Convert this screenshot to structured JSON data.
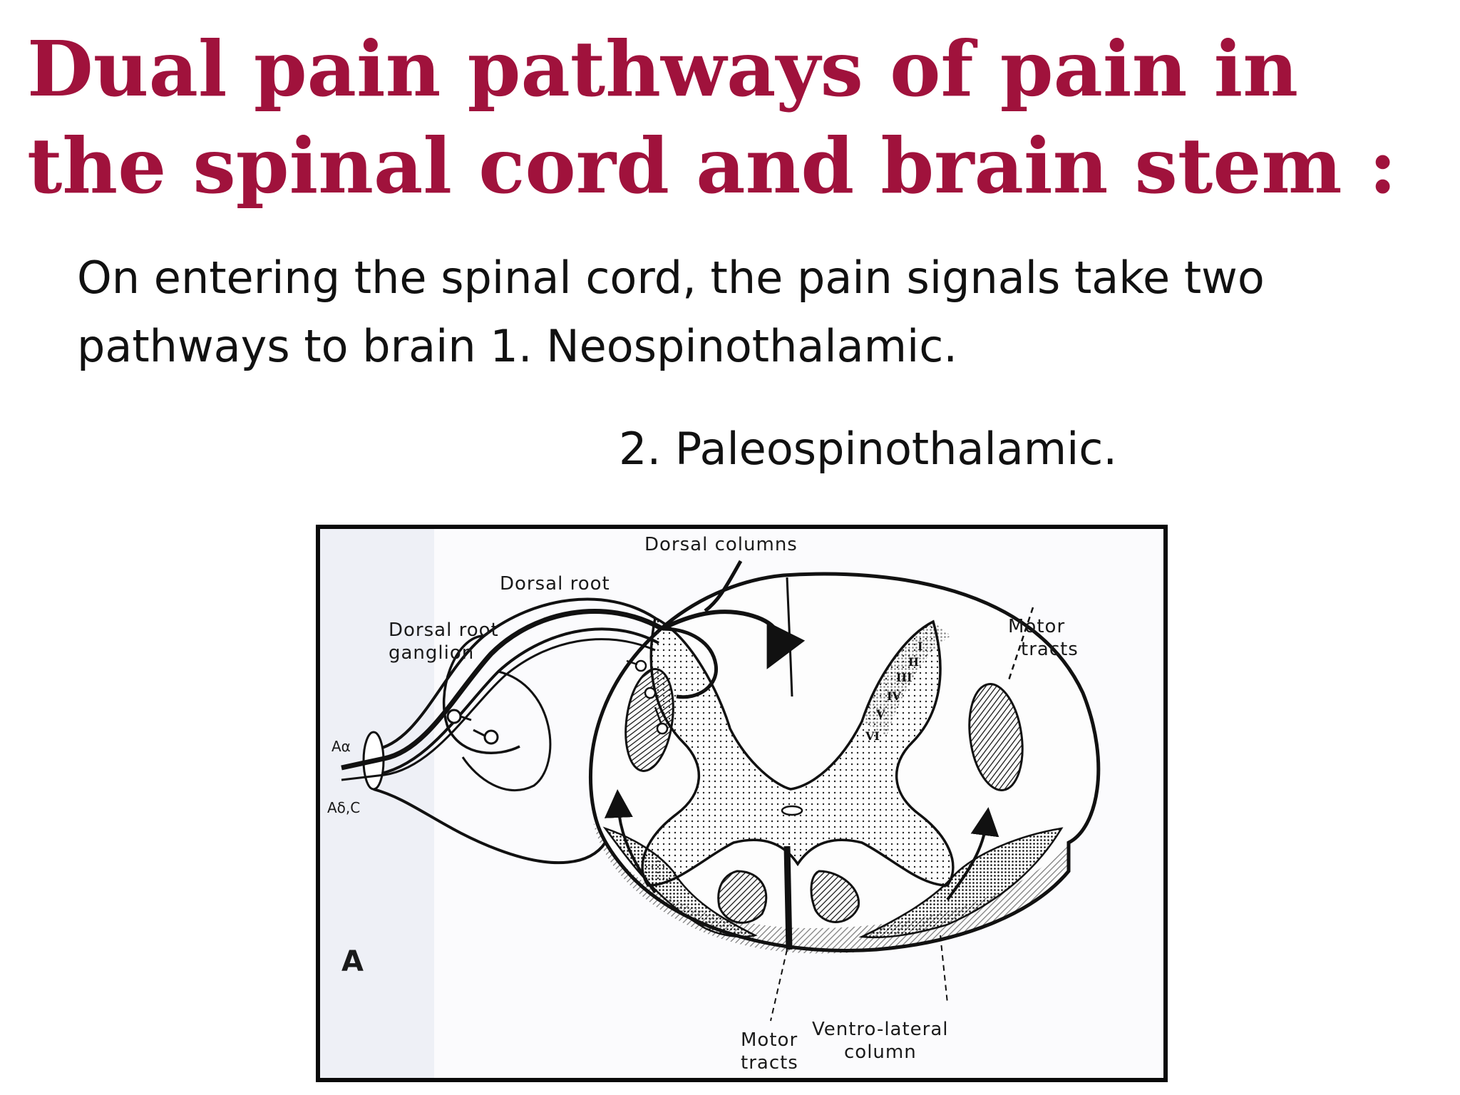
{
  "slide": {
    "title_line1": "Dual pain pathways of pain in",
    "title_line2": "the spinal cord and brain stem :",
    "body_line1": "On entering the spinal cord, the pain signals take two",
    "body_line2": "pathways to brain 1. Neospinothalamic.",
    "item_two": "2. Paleospinothalamic."
  },
  "diagram": {
    "label_dorsal_columns": "Dorsal columns",
    "label_dorsal_root": "Dorsal root",
    "label_drg_line1": "Dorsal root",
    "label_drg_line2": "ganglion",
    "label_motor_tracts_top_line1": "Motor",
    "label_motor_tracts_top_line2": "tracts",
    "label_a_alpha": "Aα",
    "label_a_delta_c": "Aδ,C",
    "label_panel": "A",
    "label_motor_tracts_bottom_line1": "Motor",
    "label_motor_tracts_bottom_line2": "tracts",
    "label_ventrolateral_line1": "Ventro-lateral",
    "label_ventrolateral_line2": "column",
    "lamina_labels": [
      "I",
      "II",
      "III",
      "IV",
      "V",
      "VI"
    ]
  },
  "colors": {
    "title": "#a0123c",
    "text": "#111111",
    "frame": "#0a0a0a"
  }
}
